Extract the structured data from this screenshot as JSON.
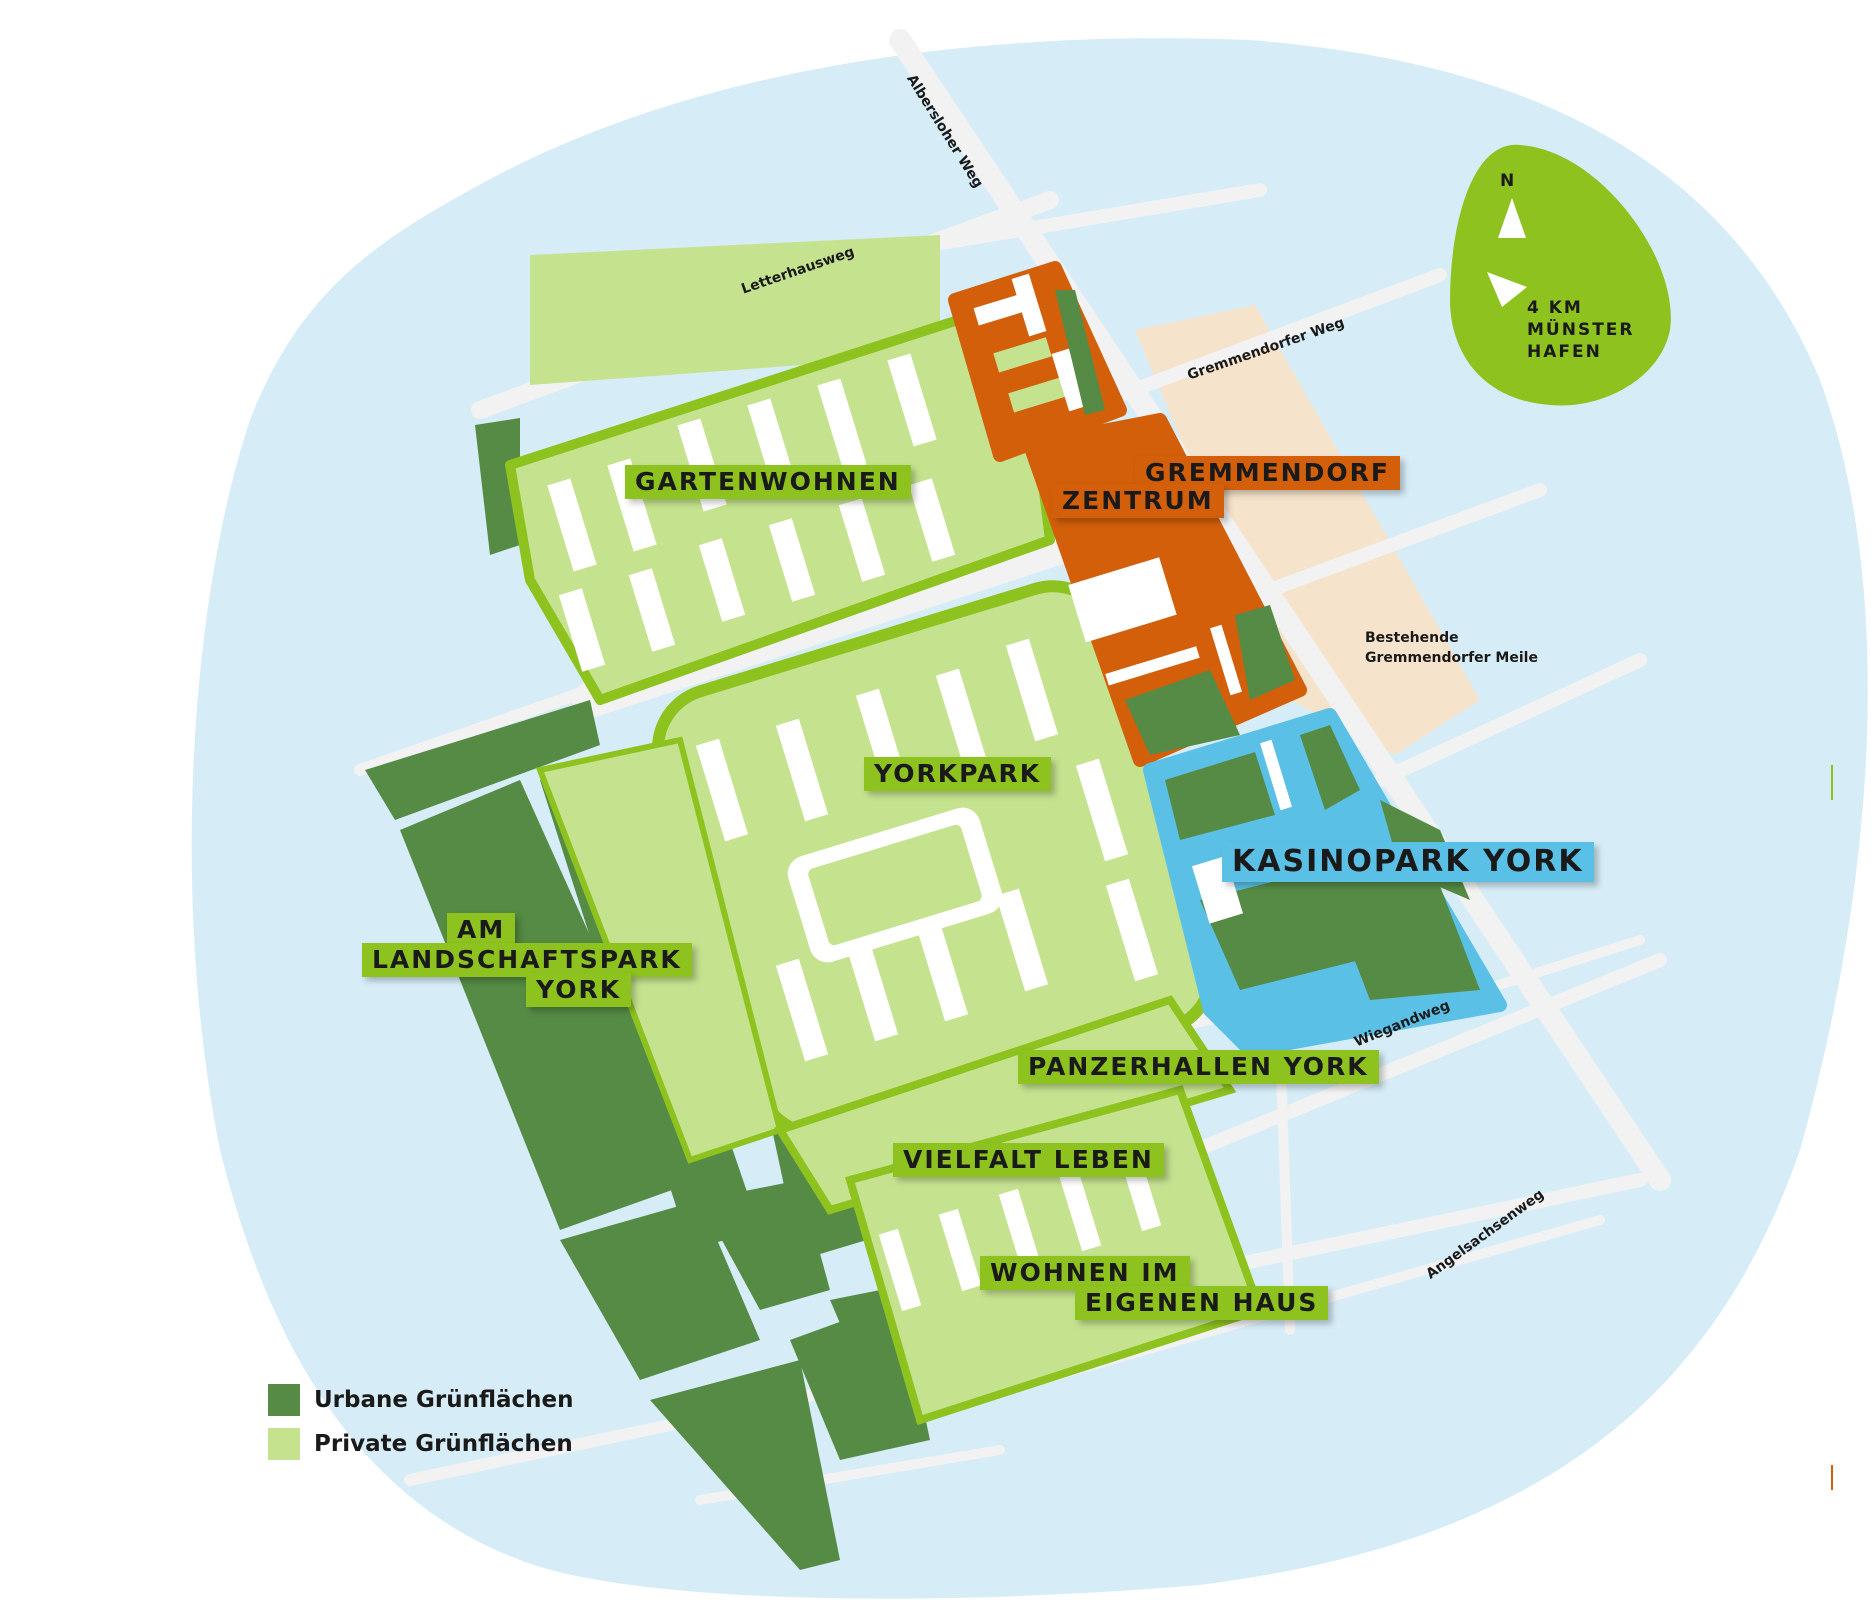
{
  "colors": {
    "water_area": "#d6edf7",
    "road": "#f2f2f2",
    "urban_green": "#558b45",
    "private_green": "#c5e38f",
    "outline_green": "#8dc21f",
    "orange": "#d35f0a",
    "blue": "#5bc0e6",
    "beige": "#f6e3cc",
    "building": "#ffffff"
  },
  "compass": {
    "north_label": "N",
    "distance": "4 KM",
    "destination_line1": "MÜNSTER",
    "destination_line2": "HAFEN"
  },
  "streets": {
    "albersloher": "Albersloher Weg",
    "letterhaus": "Letterhausweg",
    "gremmendorfer": "Gremmendorfer Weg",
    "wiegand": "Wiegandweg",
    "angelsachsen": "Angelsachsenweg"
  },
  "annotations": {
    "meile_line1": "Bestehende",
    "meile_line2": "Gremmendorfer Meile"
  },
  "districts": {
    "gartenwohnen": "GARTENWOHNEN",
    "gremmendorf_line1": "GREMMENDORF",
    "gremmendorf_line2": "ZENTRUM",
    "kasinopark": "KASINOPARK YORK",
    "yorkpark": "YORKPARK",
    "landschaftspark_line1": "AM",
    "landschaftspark_line2": "LANDSCHAFTSPARK",
    "landschaftspark_line3": "YORK",
    "panzerhallen": "PANZERHALLEN YORK",
    "vielfalt": "VIELFALT LEBEN",
    "eigenes_haus_line1": "WOHNEN IM",
    "eigenes_haus_line2": "EIGENEN HAUS"
  },
  "legend": {
    "items": [
      {
        "label": "Urbane Grünflächen",
        "color": "#558b45"
      },
      {
        "label": "Private Grünflächen",
        "color": "#c5e38f"
      }
    ]
  }
}
